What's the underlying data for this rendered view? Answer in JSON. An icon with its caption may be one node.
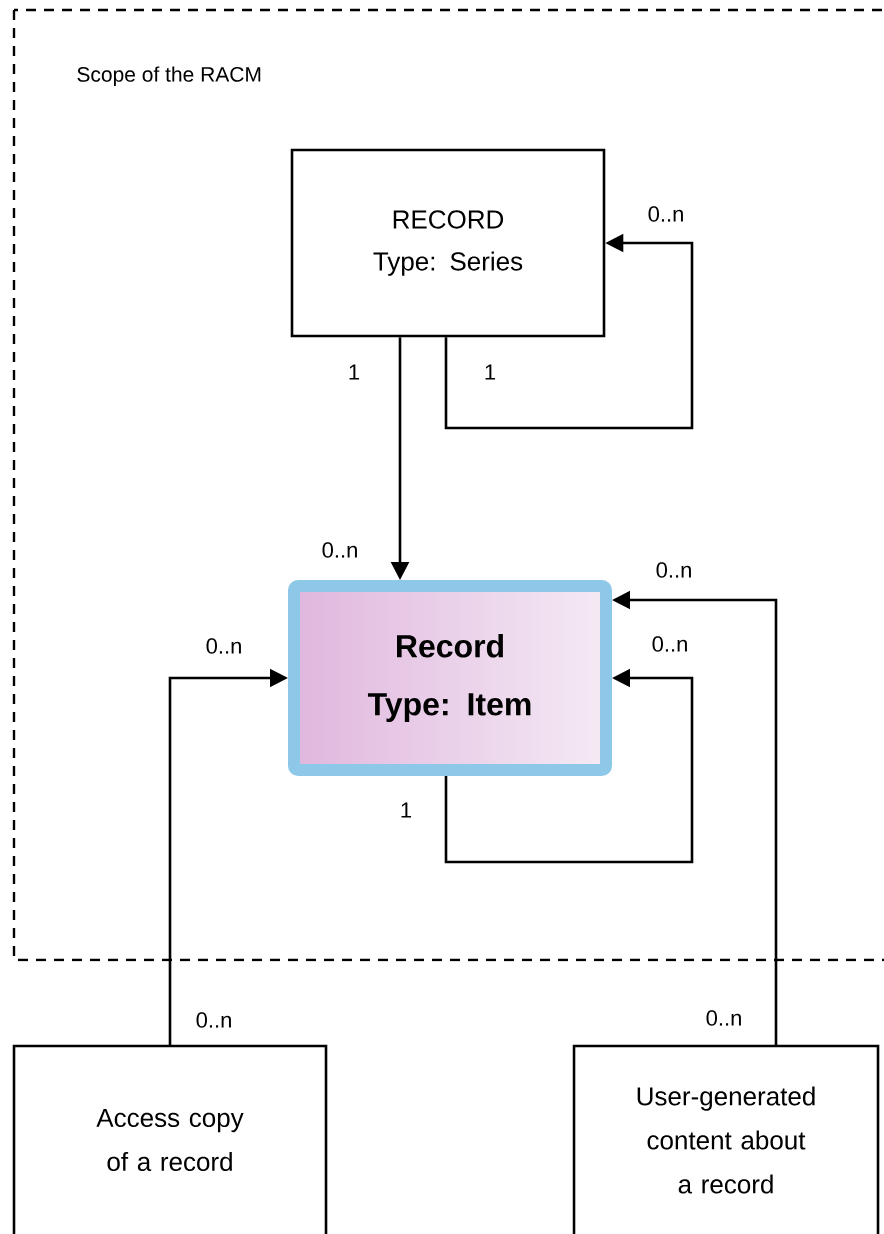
{
  "diagram": {
    "nodes": [
      {
        "text": [
          "Scope of the RACM"
        ]
      },
      {
        "text": [
          "RECORD Type: Series"
        ],
        "in": 0
      },
      {
        "text": [
          "Record Type: Item"
        ],
        "in": 0
      },
      {
        "text": [
          "Access copy of a record"
        ]
      },
      {
        "text": [
          "User-generated content about a record"
        ]
      }
    ],
    "edges": [
      {
        "from": 1,
        "to": 2,
        "arrow": "to"
      },
      {
        "from": 1,
        "to": 1,
        "arrow": "to"
      },
      {
        "from": 2,
        "to": 2,
        "arrow": "to"
      },
      {
        "from": 3,
        "to": 2,
        "arrow": "to"
      },
      {
        "from": 4,
        "to": 2,
        "arrow": "to"
      }
    ],
    "labels": [
      "0..n",
      "1",
      "1",
      "0..n",
      "0..n",
      "0..n",
      "0..n",
      "1",
      "0..n",
      "0..n"
    ]
  }
}
